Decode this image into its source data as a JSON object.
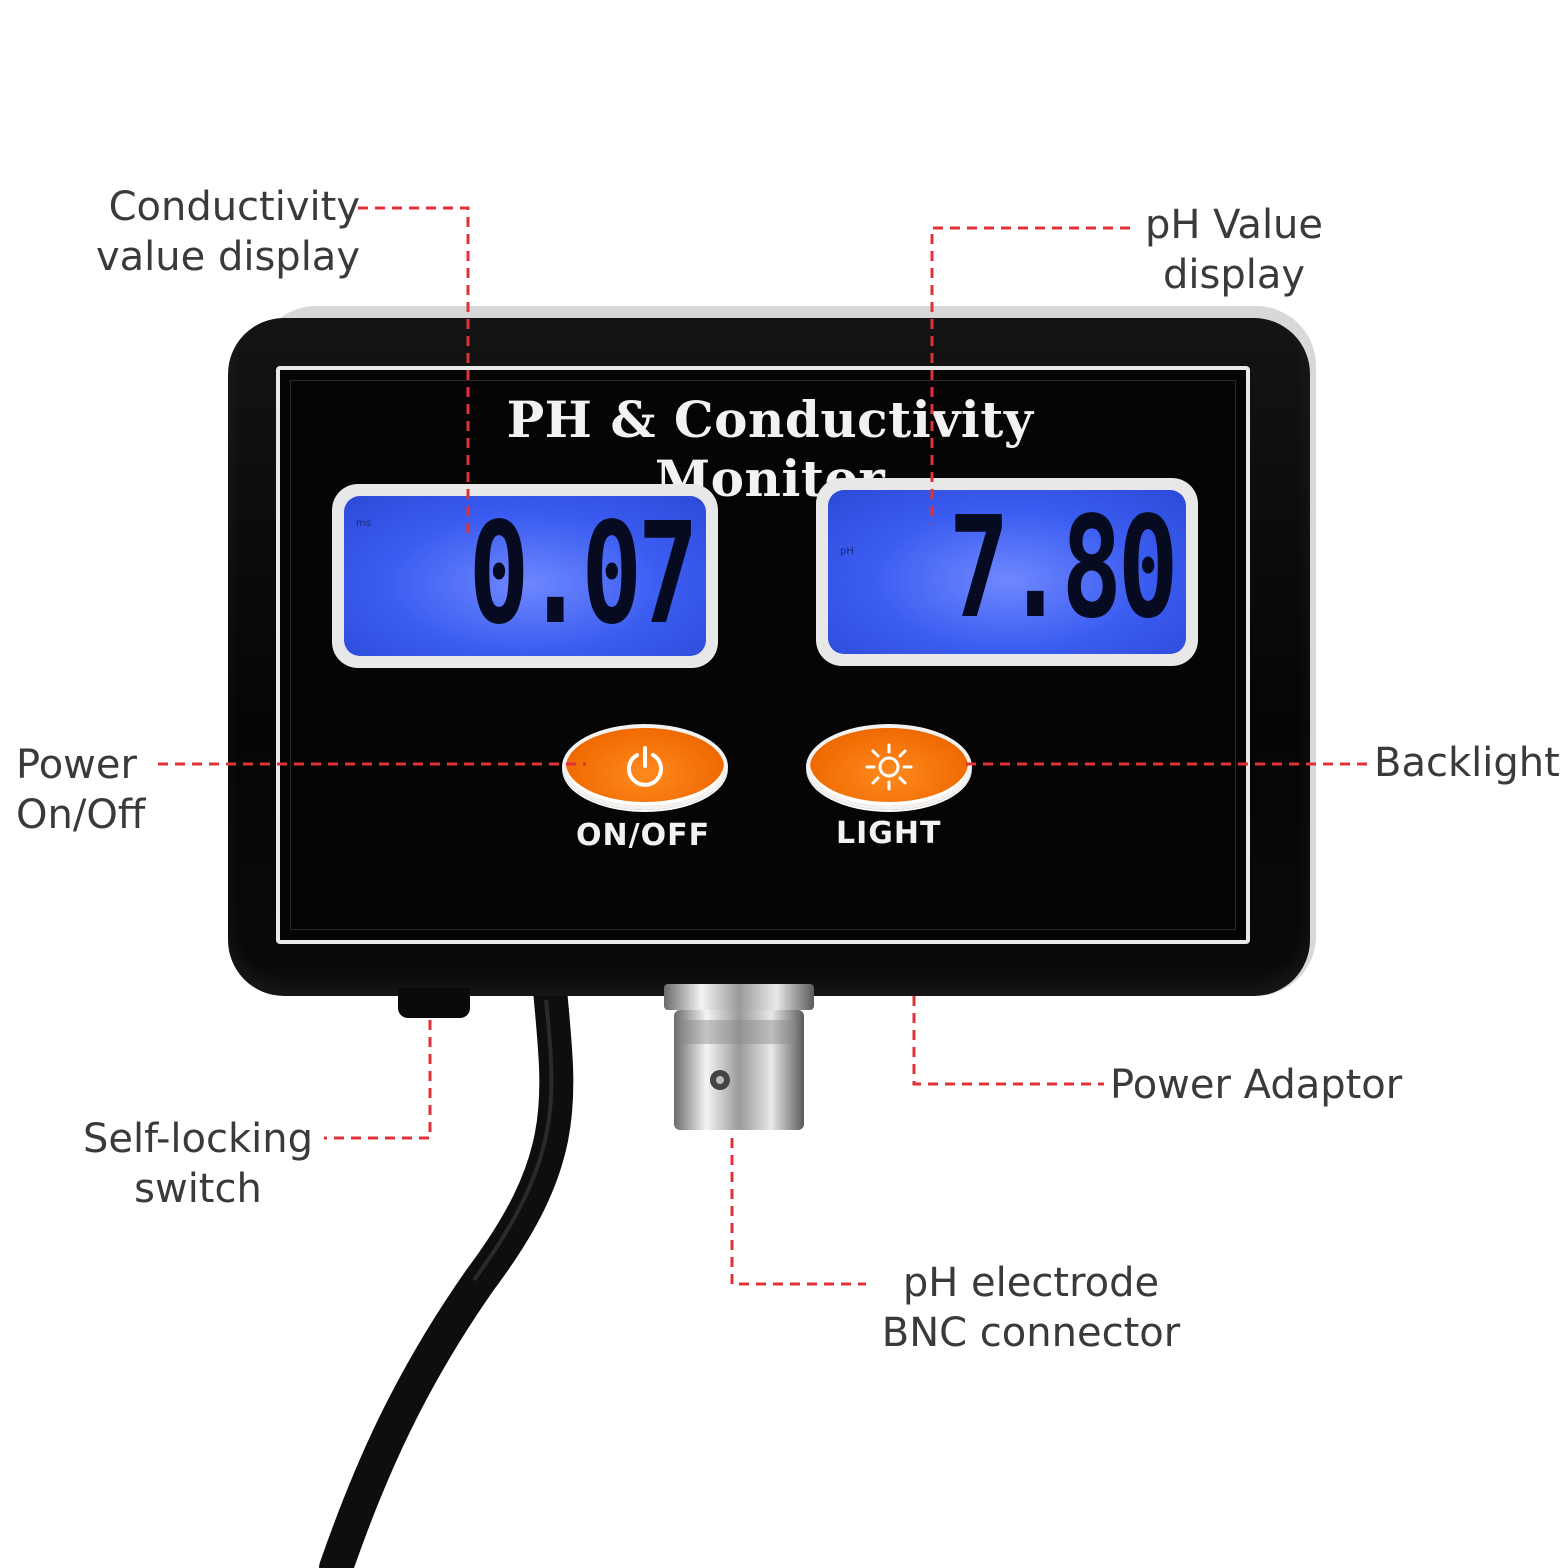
{
  "device": {
    "title": "PH & Conductivity Monitor",
    "conductivity_unit": "ms",
    "conductivity_value": "0.07",
    "ph_unit": "pH",
    "ph_value": "7.80",
    "onoff_label": "ON/OFF",
    "light_label": "LIGHT"
  },
  "callouts": {
    "conductivity": [
      "Conductivity",
      "value display"
    ],
    "ph_value": [
      "pH Value",
      "display"
    ],
    "power": [
      "Power",
      "On/Off"
    ],
    "backlight": [
      "Backlight"
    ],
    "power_adaptor": [
      "Power Adaptor"
    ],
    "self_locking": [
      "Self-locking",
      "switch"
    ],
    "bnc": [
      "pH electrode",
      "BNC connector"
    ]
  },
  "colors": {
    "leader_line": "#e0313a",
    "label_text": "#3a3a3a",
    "lcd_backlight": "#3a5cf0",
    "button_orange": "#f06a00"
  },
  "icons": {
    "onoff_button": "power-icon",
    "light_button": "sun-icon"
  }
}
